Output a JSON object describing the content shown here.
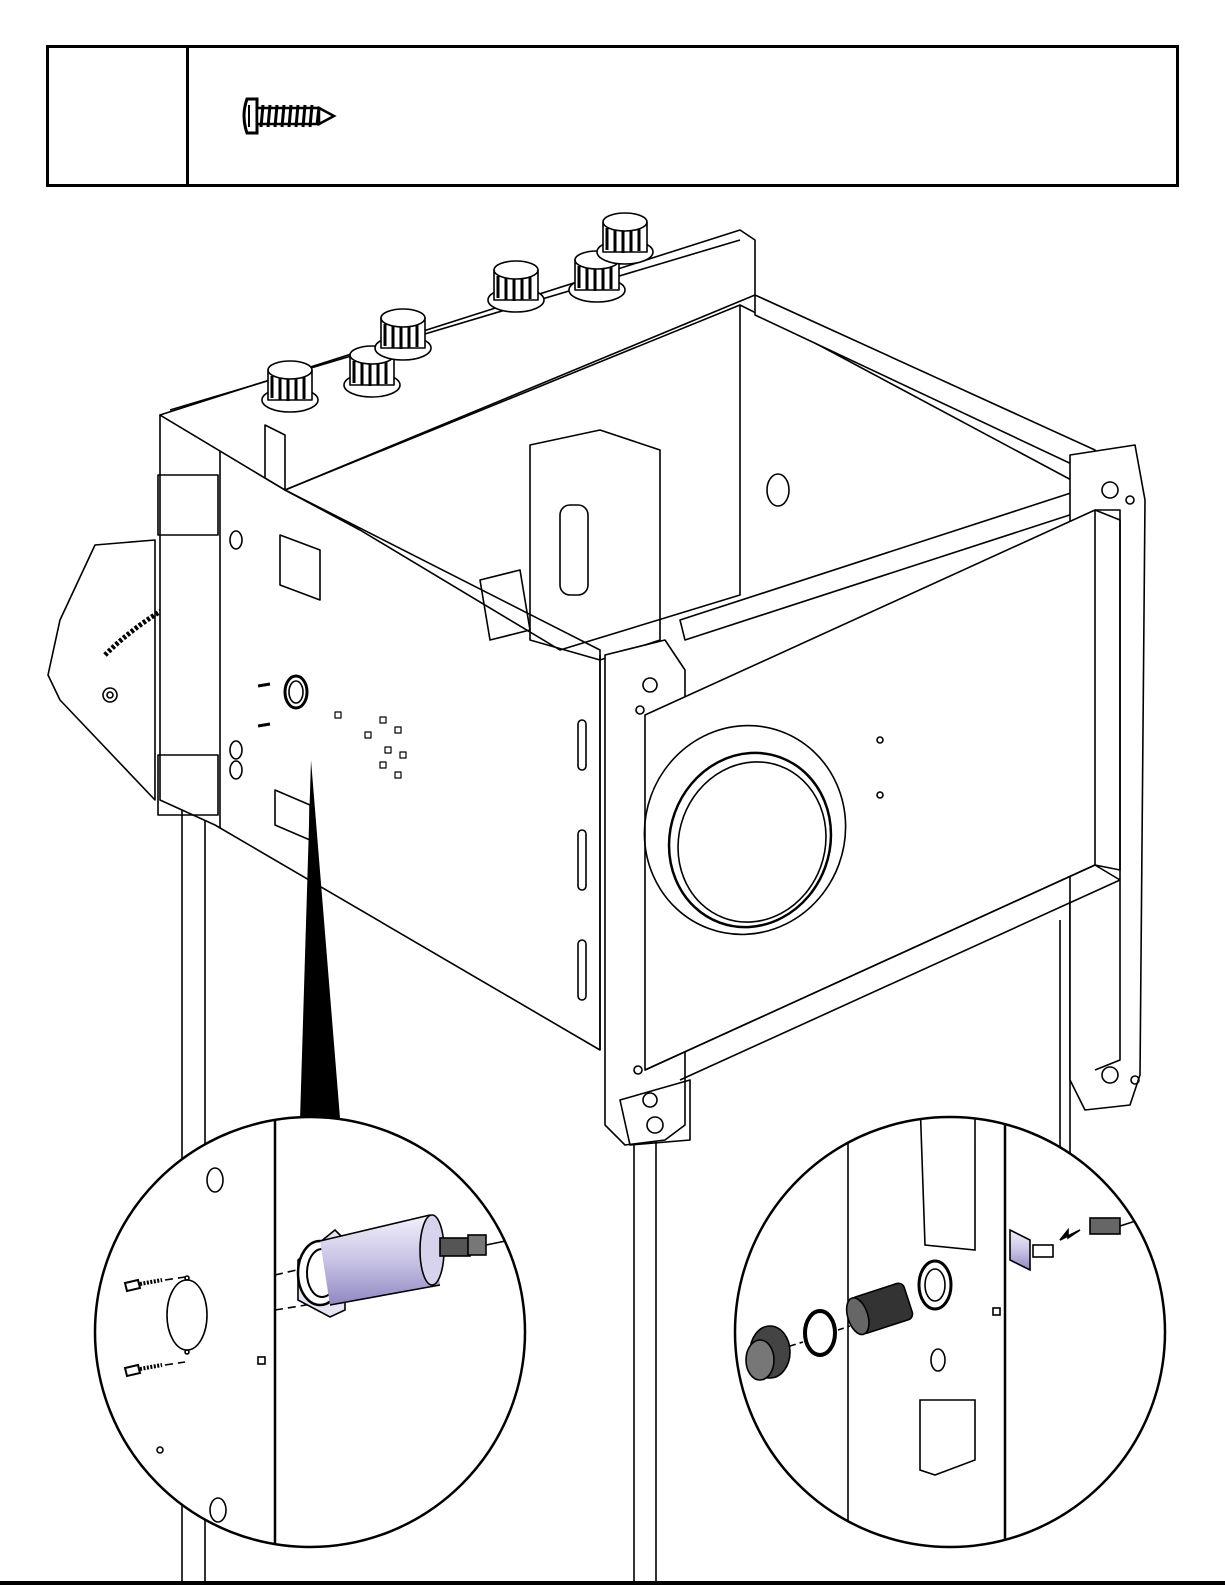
{
  "page": {
    "header": {
      "step_number": "",
      "hardware_caption": "",
      "hardware_icon": "pan-head-screw-icon"
    },
    "illustration": {
      "subject": "cabinet-frame-assembly",
      "details": [
        "screw-mount-detail",
        "connector-insert-detail"
      ]
    },
    "colors": {
      "ink": "#000000",
      "paper": "#ffffff",
      "part_tint": "#b9b3d8"
    }
  }
}
